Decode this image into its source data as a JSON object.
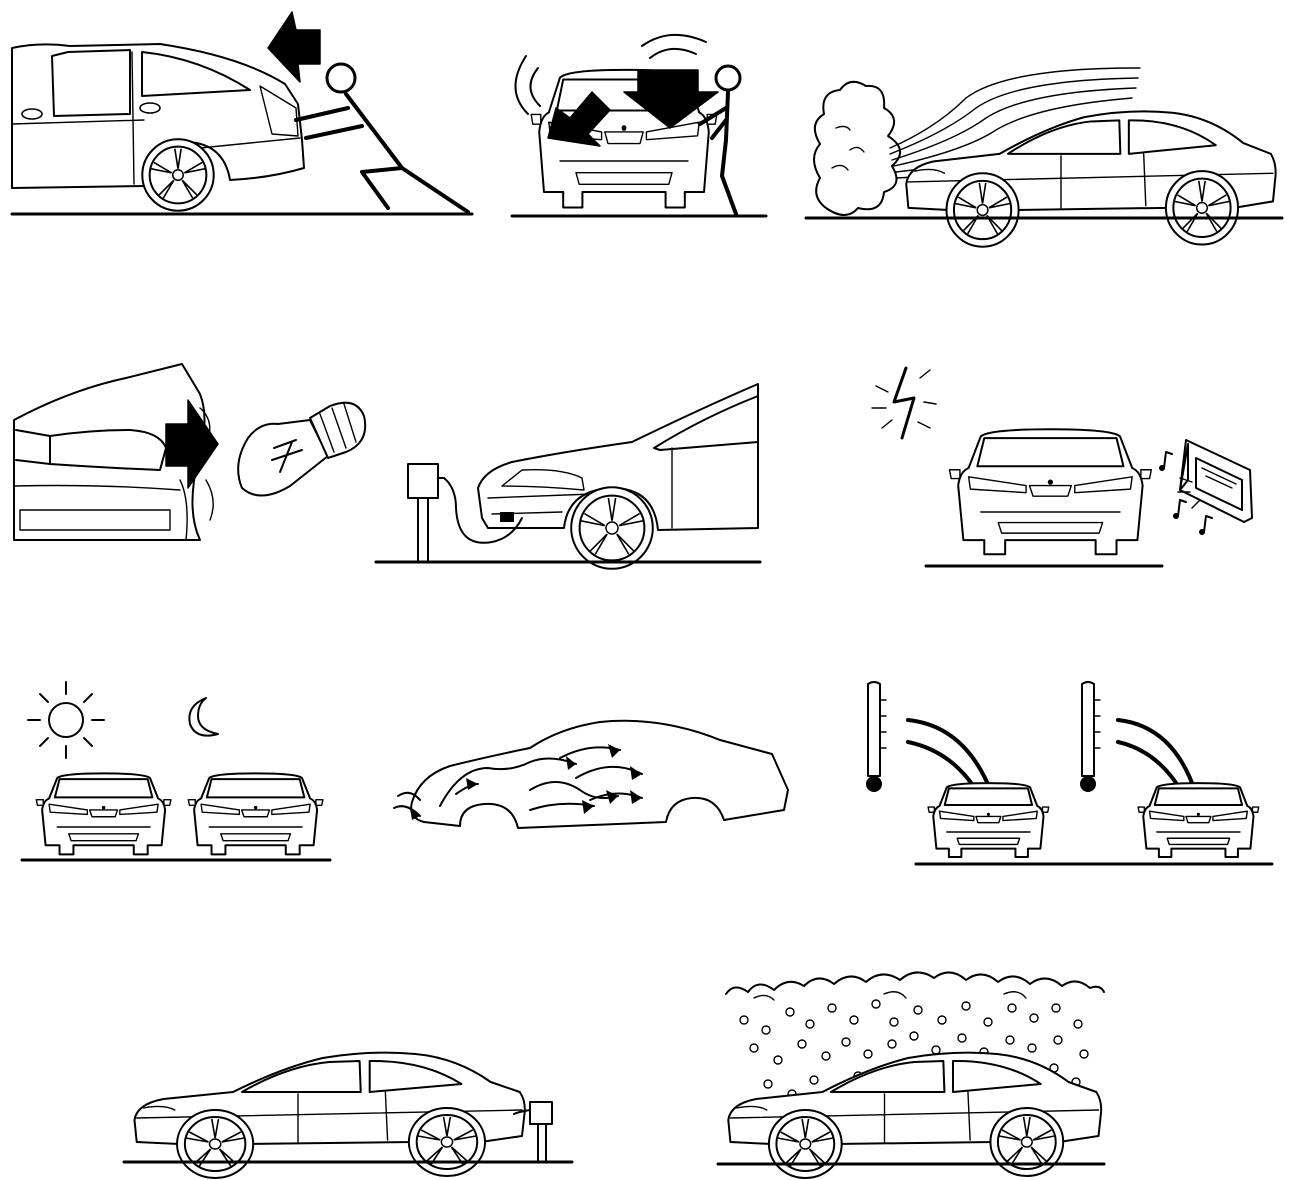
{
  "figure": {
    "panels": [
      {
        "id": "push-start",
        "icons": [
          "rear-car-icon",
          "person-pushing-icon",
          "push-arrow-icon"
        ]
      },
      {
        "id": "rocking",
        "icons": [
          "front-car-icon",
          "person-rocking-icon",
          "arrow-icon",
          "vibration-waves-icon"
        ]
      },
      {
        "id": "exhaust-smoke",
        "icons": [
          "side-car-icon",
          "smoke-cloud-icon",
          "airflow-lines-icon"
        ]
      },
      {
        "id": "bulb",
        "icons": [
          "headlamp-closeup-icon",
          "arrow-icon",
          "bulb-icon"
        ]
      },
      {
        "id": "block-heater",
        "icons": [
          "side-car-front-icon",
          "power-post-icon",
          "cable-icon"
        ]
      },
      {
        "id": "radio-interference",
        "icons": [
          "lightning-icon",
          "front-car-icon",
          "car-radio-icon",
          "music-note-icon"
        ]
      },
      {
        "id": "day-night",
        "icons": [
          "sun-icon",
          "moon-icon",
          "front-car-icon"
        ]
      },
      {
        "id": "ventilation",
        "icons": [
          "car-outline-icon",
          "airflow-arrow-icon"
        ]
      },
      {
        "id": "temperature",
        "icons": [
          "thermometer-icon",
          "front-car-icon",
          "arrow-icon"
        ]
      },
      {
        "id": "plug-in-rear",
        "icons": [
          "side-car-icon",
          "power-post-icon"
        ]
      },
      {
        "id": "hail",
        "icons": [
          "cloud-icon",
          "hail-icon",
          "side-car-icon"
        ]
      }
    ]
  }
}
